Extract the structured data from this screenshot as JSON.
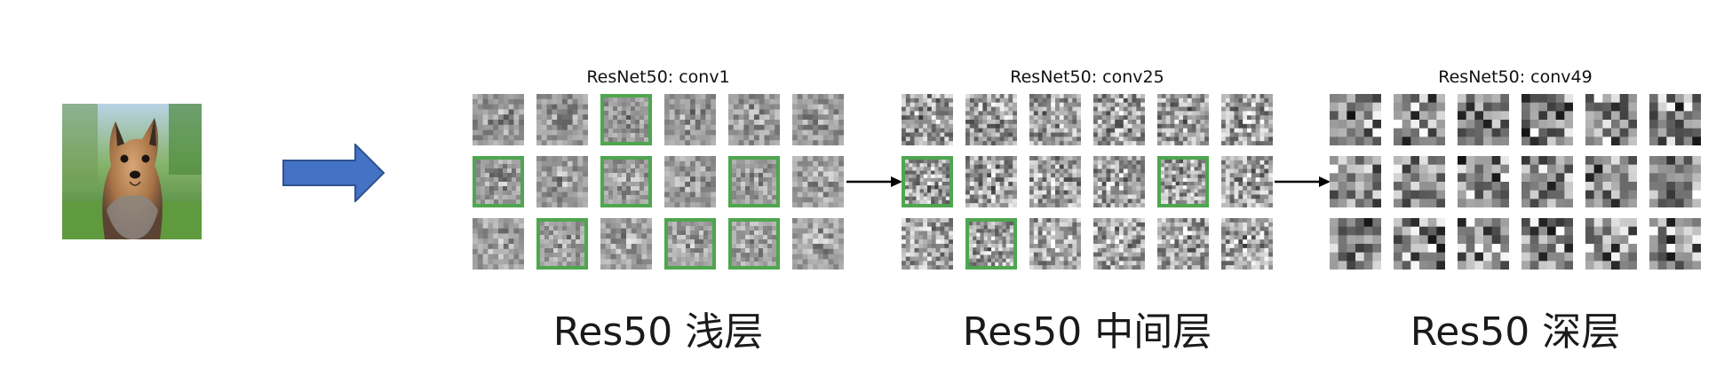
{
  "input_image": {
    "icon": "dog-photo"
  },
  "main_arrow": {
    "color": "#4472c4",
    "border": "#2f528f"
  },
  "highlight_color": "#4ea64e",
  "stages": [
    {
      "title": "ResNet50: conv1",
      "caption": "Res50 浅层",
      "selected": [
        2,
        6,
        8,
        10,
        13,
        15,
        16
      ],
      "detail": "shallow"
    },
    {
      "title": "ResNet50: conv25",
      "caption": "Res50 中间层",
      "selected": [
        6,
        10,
        13
      ],
      "detail": "middle"
    },
    {
      "title": "ResNet50: conv49",
      "caption": "Res50 深层",
      "selected": [],
      "detail": "deep"
    }
  ]
}
